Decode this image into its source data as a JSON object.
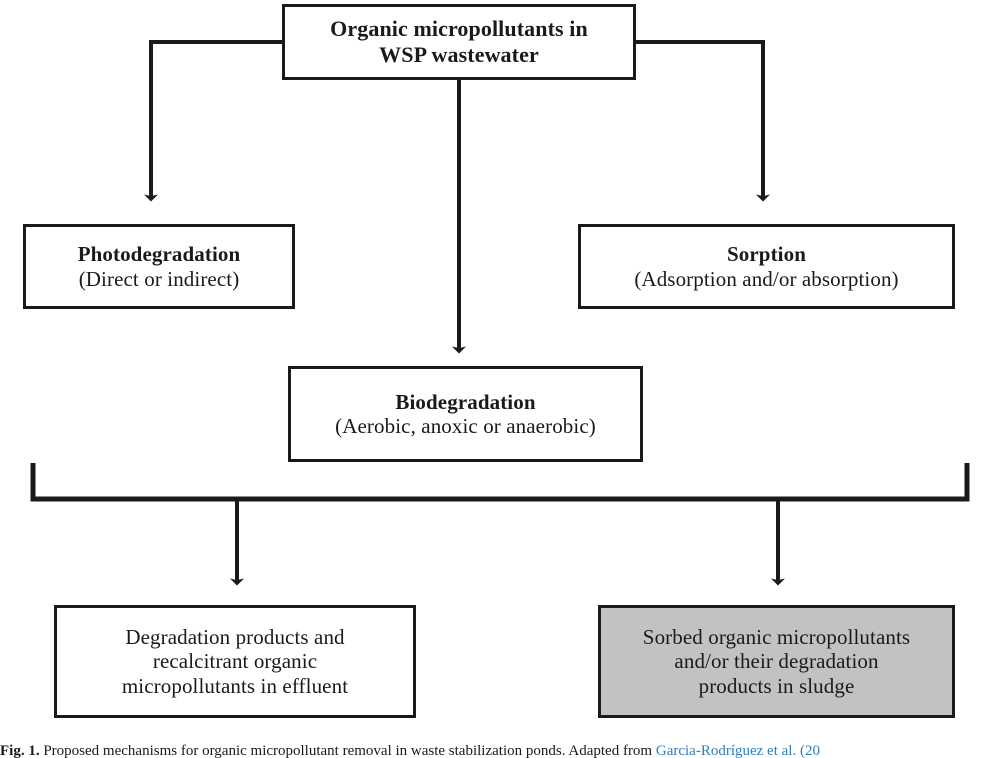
{
  "diagram": {
    "type": "flowchart",
    "title": "Organic micropollutant removal mechanisms in WSP wastewater",
    "background_color": "#ffffff",
    "line_color": "#1a1a1a",
    "highlight_fill": "#c2c2c2",
    "nodes": {
      "source": {
        "id": "source",
        "title": "Organic micropollutants in",
        "subtitle": "WSP wastewater",
        "fill": "#ffffff"
      },
      "photodegradation": {
        "id": "photodegradation",
        "title": "Photodegradation",
        "subtitle": "(Direct or indirect)",
        "fill": "#ffffff"
      },
      "sorption": {
        "id": "sorption",
        "title": "Sorption",
        "subtitle": "(Adsorption and/or absorption)",
        "fill": "#ffffff"
      },
      "biodegradation": {
        "id": "biodegradation",
        "title": "Biodegradation",
        "subtitle": "(Aerobic, anoxic or anaerobic)",
        "fill": "#ffffff"
      },
      "effluent": {
        "id": "effluent",
        "line1": "Degradation products and",
        "line2": "recalcitrant organic",
        "line3": "micropollutants in effluent",
        "fill": "#ffffff"
      },
      "sludge": {
        "id": "sludge",
        "line1": "Sorbed organic micropollutants",
        "line2": "and/or their degradation",
        "line3": "products in sludge",
        "fill": "#c2c2c2"
      }
    },
    "edges": [
      {
        "from": "source",
        "to": "photodegradation",
        "style": "elbow-left-down",
        "arrowhead": true
      },
      {
        "from": "source",
        "to": "sorption",
        "style": "elbow-right-down",
        "arrowhead": true
      },
      {
        "from": "source",
        "to": "biodegradation",
        "style": "straight-down",
        "arrowhead": true
      },
      {
        "from": "all-mechanisms",
        "to": "effluent",
        "style": "bracket-down",
        "arrowhead": true
      },
      {
        "from": "all-mechanisms",
        "to": "sludge",
        "style": "bracket-down",
        "arrowhead": true
      }
    ]
  },
  "caption": {
    "lead": "Fig. 1.",
    "text": " Proposed mechanisms for organic micropollutant removal in waste stabilization ponds. Adapted from ",
    "link": "Garcia-Rodríguez et al. (20"
  }
}
